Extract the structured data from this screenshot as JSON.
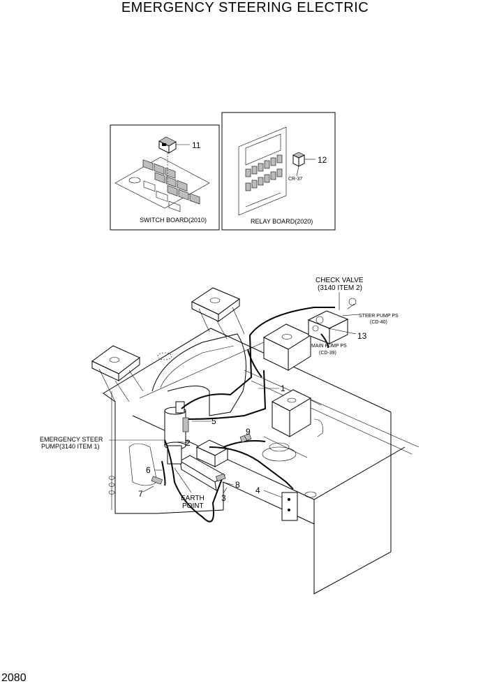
{
  "title": "EMERGENCY STEERING ELECTRIC",
  "page_number": "2080",
  "insets": {
    "switch_board_label": "SWITCH BOARD(2010)",
    "relay_board_label": "RELAY BOARD(2020)",
    "relay_connector": "CR-37"
  },
  "callouts": [
    "1",
    "2",
    "3",
    "4",
    "5",
    "6",
    "7",
    "8",
    "9",
    "11",
    "12",
    "13"
  ],
  "labels": {
    "check_valve_1": "CHECK VALVE",
    "check_valve_2": "(3140 ITEM 2)",
    "steer_pump_ps_1": "STEER PUMP PS",
    "steer_pump_ps_2": "(CD-40)",
    "main_pump_ps_1": "MAIN PUMP PS",
    "main_pump_ps_2": "(CD-39)",
    "emergency_steer_1": "EMERGENCY STEER",
    "emergency_steer_2": "PUMP(3140 ITEM 1)",
    "earth_point_1": "EARTH",
    "earth_point_2": "POINT"
  }
}
